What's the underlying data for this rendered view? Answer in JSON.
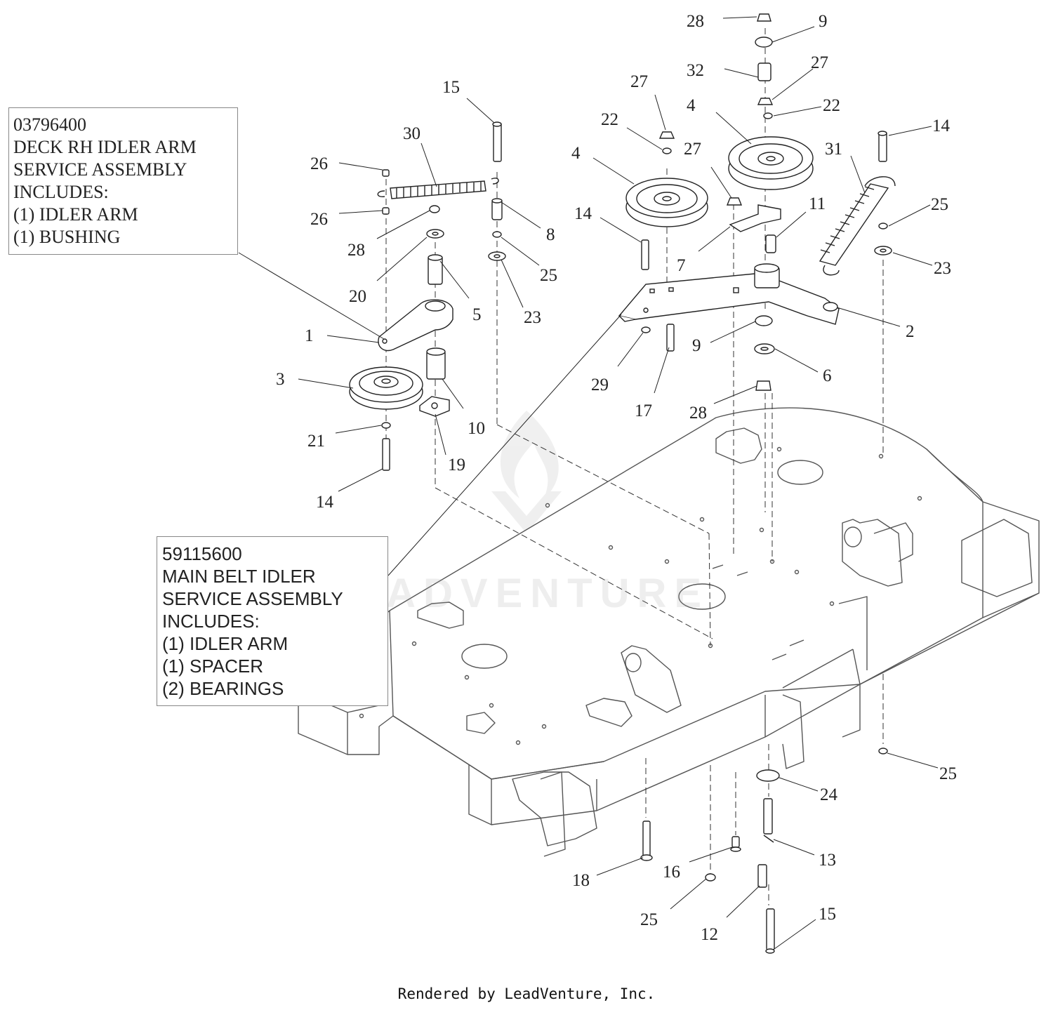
{
  "assemblies": {
    "rh_idler": {
      "lines": [
        "03796400",
        "DECK RH IDLER ARM",
        "SERVICE ASSEMBLY",
        "INCLUDES:",
        "(1) IDLER ARM",
        "(1) BUSHING"
      ]
    },
    "main_belt_idler": {
      "lines": [
        "59115600",
        "MAIN BELT IDLER",
        "SERVICE ASSEMBLY",
        "INCLUDES:",
        "(1) IDLER ARM",
        "(1) SPACER",
        "(2) BEARINGS"
      ]
    }
  },
  "callouts": [
    "28",
    "9",
    "32",
    "27",
    "22",
    "4",
    "14",
    "31",
    "15",
    "30",
    "26",
    "26",
    "28",
    "20",
    "8",
    "25",
    "23",
    "5",
    "1",
    "3",
    "10",
    "21",
    "19",
    "14",
    "27",
    "22",
    "27",
    "4",
    "14",
    "7",
    "11",
    "25",
    "23",
    "2",
    "9",
    "29",
    "17",
    "6",
    "28",
    "25",
    "24",
    "13",
    "18",
    "16",
    "25",
    "12",
    "15"
  ],
  "watermark": "LEADVENTURE",
  "footer": "Rendered by LeadVenture, Inc.",
  "colors": {
    "line": "#222222",
    "deck": "#555555",
    "box_border": "#888888",
    "watermark": "#a0a0a0"
  }
}
